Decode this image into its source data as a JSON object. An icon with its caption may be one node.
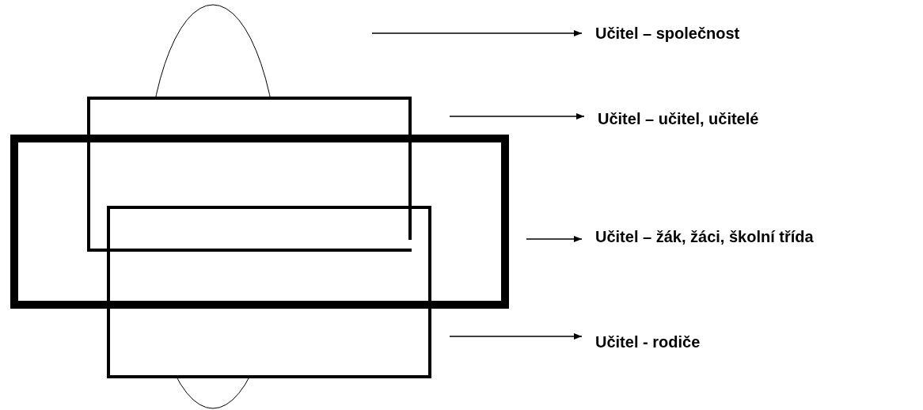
{
  "diagram": {
    "nodes": [
      {
        "text": [],
        "shape": "ellipse"
      },
      {
        "text": [],
        "shape": "box"
      },
      {
        "text": [],
        "shape": "box"
      },
      {
        "text": [],
        "shape": "box"
      },
      {
        "text": [
          "Učitel – společnost"
        ]
      },
      {
        "text": [
          "Učitel – učitel, učitelé"
        ]
      },
      {
        "text": [
          "Učitel – žák, žáci, školní třída"
        ]
      },
      {
        "text": [
          "Učitel - rodiče"
        ]
      }
    ],
    "edges": [
      {
        "from": null,
        "to": 4,
        "arrow": "to"
      },
      {
        "from": null,
        "to": 5,
        "arrow": "to"
      },
      {
        "from": null,
        "to": 6,
        "arrow": "to"
      },
      {
        "from": null,
        "to": 7,
        "arrow": "to"
      }
    ]
  }
}
